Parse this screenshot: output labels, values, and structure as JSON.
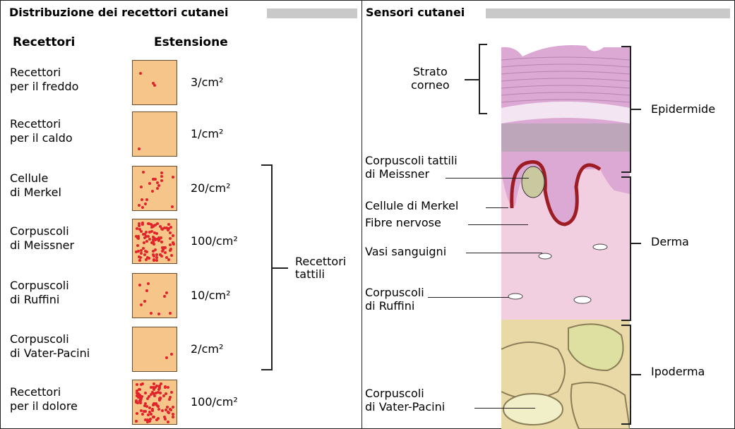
{
  "left_panel": {
    "title": "Distribuzione dei recettori cutanei",
    "col_receptors": "Recettori",
    "col_extent": "Estensione",
    "rows": [
      {
        "label": "Recettori\nper il freddo",
        "value": "3/cm²",
        "density": 3
      },
      {
        "label": "Recettori\nper il caldo",
        "value": "1/cm²",
        "density": 1
      },
      {
        "label": "Cellule\ndi Merkel",
        "value": "20/cm²",
        "density": 20
      },
      {
        "label": "Corpuscoli\ndi Meissner",
        "value": "100/cm²",
        "density": 100
      },
      {
        "label": "Corpuscoli\ndi Ruffini",
        "value": "10/cm²",
        "density": 10
      },
      {
        "label": "Corpuscoli\ndi Vater-Pacini",
        "value": "2/cm²",
        "density": 2
      },
      {
        "label": "Recettori\nper il dolore",
        "value": "100/cm²",
        "density": 100
      }
    ],
    "bracket_label": "Recettori\ntattili",
    "colors": {
      "square": "#f5c58a",
      "dot": "#e2232b"
    }
  },
  "right_panel": {
    "title": "Sensori cutanei",
    "labels": {
      "strato": "Strato\ncorneo",
      "meissner": "Corpuscoli tattili\ndi Meissner",
      "merkel": "Cellule di Merkel",
      "fibre": "Fibre nervose",
      "vasi": "Vasi sanguigni",
      "ruffini": "Corpuscoli\ndi Ruffini",
      "pacini": "Corpuscoli\ndi Vater-Pacini"
    },
    "layers": {
      "epidermide": "Epidermide",
      "derma": "Derma",
      "ipoderma": "Ipoderma"
    },
    "colors": {
      "epidermis": "#dba9d4",
      "dermis": "#f2cfe0",
      "hypodermis": "#e9d9a6",
      "papilla": "#9e1d24"
    }
  }
}
